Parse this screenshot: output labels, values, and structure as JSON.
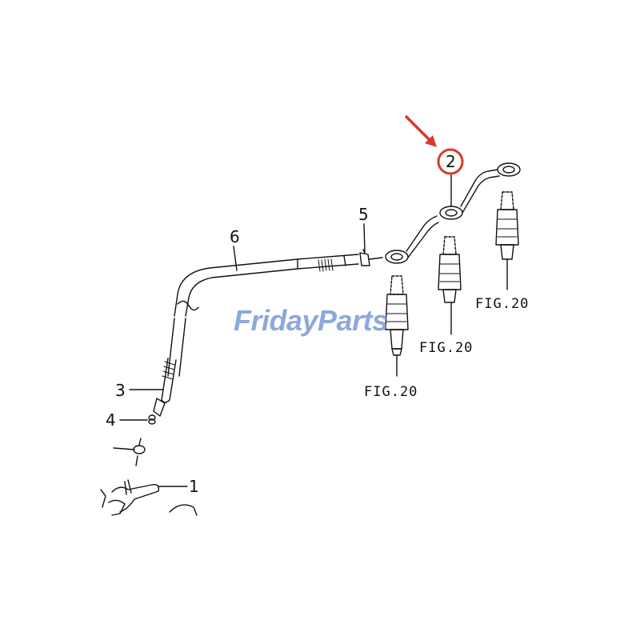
{
  "callouts": {
    "c1": "1",
    "c2": "2",
    "c3": "3",
    "c4": "4",
    "c5": "5",
    "c6": "6"
  },
  "fig_refs": [
    "FIG.20",
    "FIG.20",
    "FIG.20"
  ],
  "watermark": {
    "left": "Friday",
    "right": "Parts"
  },
  "colors": {
    "line": "#111111",
    "highlight": "#d83a2a",
    "watermark_left": "#7a9ad6",
    "watermark_right": "#7a9ad6",
    "watermark_mid": "#e8a23a"
  }
}
